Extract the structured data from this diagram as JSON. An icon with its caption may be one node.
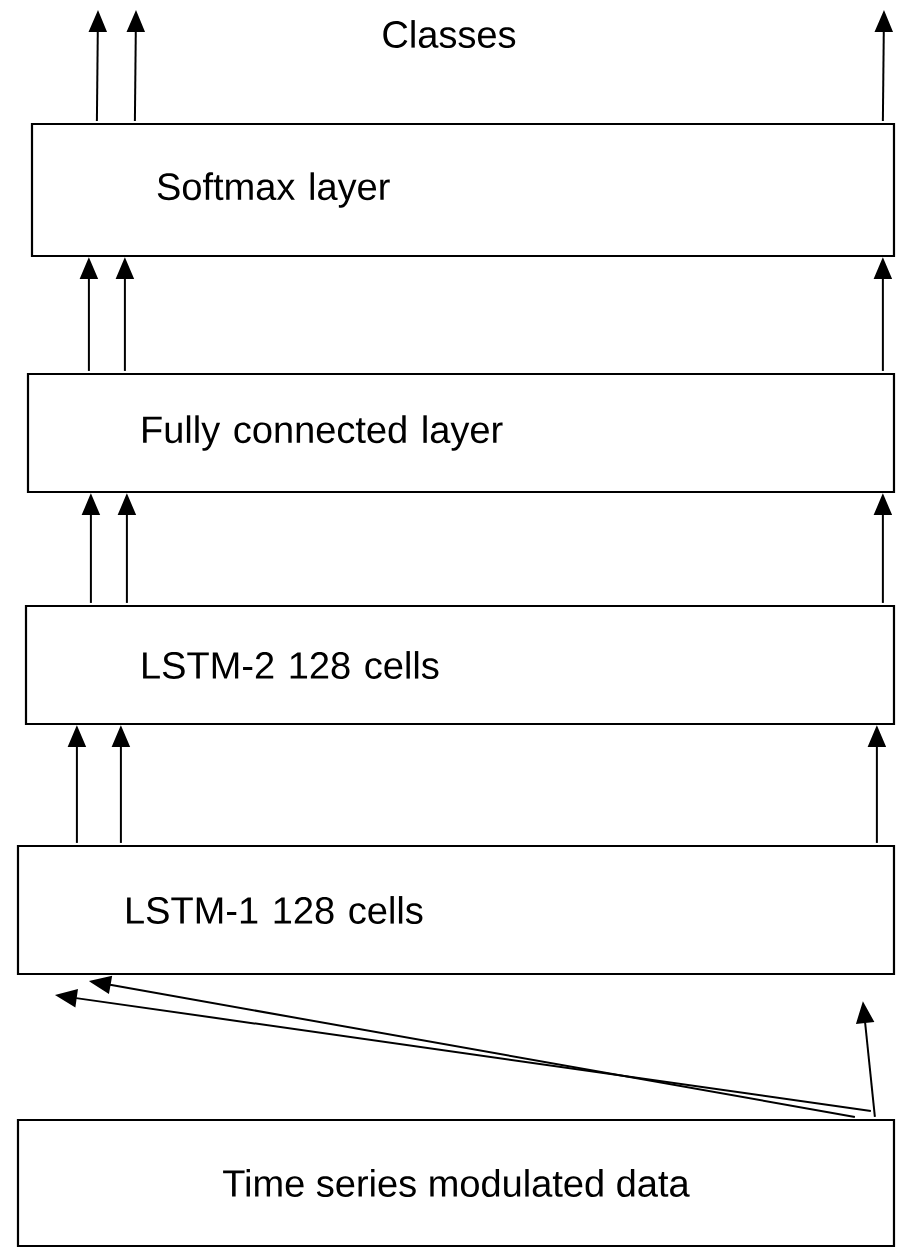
{
  "diagram": {
    "nodes": [
      {
        "text": [
          "Softmax layer"
        ]
      },
      {
        "text": [
          "Fully connected layer"
        ]
      },
      {
        "text": [
          "LSTM-2 128 cells"
        ]
      },
      {
        "text": [
          "LSTM-1 128 cells"
        ]
      },
      {
        "text": [
          "Time series modulated data"
        ]
      }
    ],
    "edges": [
      {
        "from": 0,
        "to": null,
        "arrow": "to"
      },
      {
        "from": 0,
        "to": null,
        "arrow": "to"
      },
      {
        "from": 0,
        "to": null,
        "arrow": "to"
      },
      {
        "from": 1,
        "to": 0,
        "arrow": "to"
      },
      {
        "from": 1,
        "to": 0,
        "arrow": "to"
      },
      {
        "from": 1,
        "to": 0,
        "arrow": "to"
      },
      {
        "from": 2,
        "to": 1,
        "arrow": "to"
      },
      {
        "from": 2,
        "to": 1,
        "arrow": "to"
      },
      {
        "from": 2,
        "to": 1,
        "arrow": "to"
      },
      {
        "from": 3,
        "to": 2,
        "arrow": "to"
      },
      {
        "from": 3,
        "to": 2,
        "arrow": "to"
      },
      {
        "from": 3,
        "to": 2,
        "arrow": "to"
      },
      {
        "from": 4,
        "to": 3,
        "arrow": "to"
      },
      {
        "from": 4,
        "to": 3,
        "arrow": "to"
      },
      {
        "from": 4,
        "to": 3,
        "arrow": "to"
      }
    ],
    "labels": [
      "Classes"
    ]
  }
}
